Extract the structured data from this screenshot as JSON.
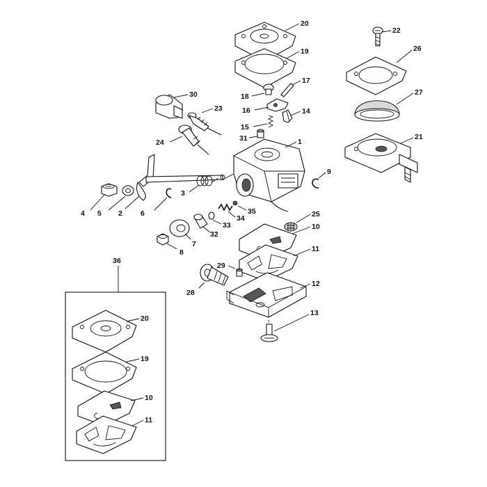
{
  "labels": {
    "p1": "1",
    "p2": "2",
    "p3": "3",
    "p4": "4",
    "p5": "5",
    "p6": "6",
    "p7": "7",
    "p8": "8",
    "p9": "9",
    "p10": "10",
    "p11": "11",
    "p12": "12",
    "p13": "13",
    "p14": "14",
    "p15": "15",
    "p16": "16",
    "p17": "17",
    "p18": "18",
    "p19": "19",
    "p20": "20",
    "p21": "21",
    "p22": "22",
    "p23": "23",
    "p24": "24",
    "p25": "25",
    "p26": "26",
    "p27": "27",
    "p28": "28",
    "p29": "29",
    "p30": "30",
    "p31": "31",
    "p32": "32",
    "p33": "33",
    "p34": "34",
    "p35": "35",
    "p36": "36",
    "kit20": "20",
    "kit19": "19",
    "kit10": "10",
    "kit11": "11"
  },
  "colors": {
    "line": "#111111",
    "shade": "#d9d9d9",
    "background": "#ffffff"
  }
}
